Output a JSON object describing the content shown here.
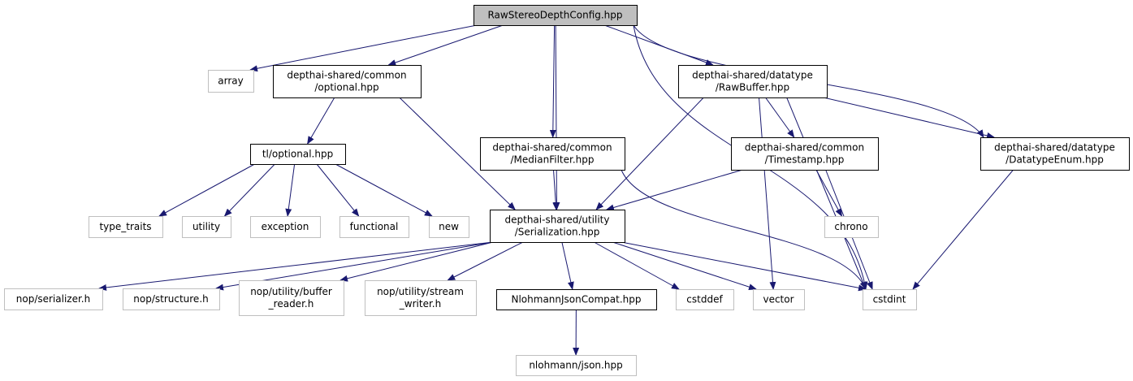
{
  "colors": {
    "edge": "#191970",
    "root_fill": "#bfbfbf",
    "documented_border": "#000000",
    "external_border": "#bfbfbf"
  },
  "nodes": {
    "root": {
      "lines": [
        "RawStereoDepthConfig.hpp"
      ],
      "kind": "root"
    },
    "array": {
      "lines": [
        "array"
      ],
      "kind": "external"
    },
    "optional_common": {
      "lines": [
        "depthai-shared/common",
        "/optional.hpp"
      ],
      "kind": "documented"
    },
    "tl_optional": {
      "lines": [
        "tl/optional.hpp"
      ],
      "kind": "documented"
    },
    "median_filter": {
      "lines": [
        "depthai-shared/common",
        "/MedianFilter.hpp"
      ],
      "kind": "documented"
    },
    "raw_buffer": {
      "lines": [
        "depthai-shared/datatype",
        "/RawBuffer.hpp"
      ],
      "kind": "documented"
    },
    "timestamp": {
      "lines": [
        "depthai-shared/common",
        "/Timestamp.hpp"
      ],
      "kind": "documented"
    },
    "datatype_enum": {
      "lines": [
        "depthai-shared/datatype",
        "/DatatypeEnum.hpp"
      ],
      "kind": "documented"
    },
    "type_traits": {
      "lines": [
        "type_traits"
      ],
      "kind": "external"
    },
    "utility": {
      "lines": [
        "utility"
      ],
      "kind": "external"
    },
    "exception": {
      "lines": [
        "exception"
      ],
      "kind": "external"
    },
    "functional": {
      "lines": [
        "functional"
      ],
      "kind": "external"
    },
    "new": {
      "lines": [
        "new"
      ],
      "kind": "external"
    },
    "serialization": {
      "lines": [
        "depthai-shared/utility",
        "/Serialization.hpp"
      ],
      "kind": "documented"
    },
    "chrono": {
      "lines": [
        "chrono"
      ],
      "kind": "external"
    },
    "nop_serializer": {
      "lines": [
        "nop/serializer.h"
      ],
      "kind": "external"
    },
    "nop_structure": {
      "lines": [
        "nop/structure.h"
      ],
      "kind": "external"
    },
    "nop_buffer_reader": {
      "lines": [
        "nop/utility/buffer",
        "_reader.h"
      ],
      "kind": "external"
    },
    "nop_stream_writer": {
      "lines": [
        "nop/utility/stream",
        "_writer.h"
      ],
      "kind": "external"
    },
    "nlohmann_compat": {
      "lines": [
        "NlohmannJsonCompat.hpp"
      ],
      "kind": "documented"
    },
    "cstddef": {
      "lines": [
        "cstddef"
      ],
      "kind": "external"
    },
    "vector": {
      "lines": [
        "vector"
      ],
      "kind": "external"
    },
    "cstdint": {
      "lines": [
        "cstdint"
      ],
      "kind": "external"
    },
    "nlohmann_json": {
      "lines": [
        "nlohmann/json.hpp"
      ],
      "kind": "external"
    }
  },
  "edges": [
    [
      "root",
      "array"
    ],
    [
      "root",
      "optional_common"
    ],
    [
      "root",
      "serialization"
    ],
    [
      "root",
      "median_filter"
    ],
    [
      "root",
      "raw_buffer"
    ],
    [
      "root",
      "cstdint"
    ],
    [
      "root",
      "datatype_enum"
    ],
    [
      "optional_common",
      "tl_optional"
    ],
    [
      "optional_common",
      "serialization"
    ],
    [
      "tl_optional",
      "type_traits"
    ],
    [
      "tl_optional",
      "utility"
    ],
    [
      "tl_optional",
      "exception"
    ],
    [
      "tl_optional",
      "functional"
    ],
    [
      "tl_optional",
      "new"
    ],
    [
      "median_filter",
      "serialization"
    ],
    [
      "median_filter",
      "cstdint"
    ],
    [
      "raw_buffer",
      "serialization"
    ],
    [
      "raw_buffer",
      "vector"
    ],
    [
      "raw_buffer",
      "timestamp"
    ],
    [
      "raw_buffer",
      "cstdint"
    ],
    [
      "raw_buffer",
      "datatype_enum"
    ],
    [
      "timestamp",
      "serialization"
    ],
    [
      "timestamp",
      "cstdint"
    ],
    [
      "timestamp",
      "chrono"
    ],
    [
      "datatype_enum",
      "cstdint"
    ],
    [
      "serialization",
      "nop_serializer"
    ],
    [
      "serialization",
      "nop_structure"
    ],
    [
      "serialization",
      "nop_buffer_reader"
    ],
    [
      "serialization",
      "nop_stream_writer"
    ],
    [
      "serialization",
      "nlohmann_compat"
    ],
    [
      "serialization",
      "cstddef"
    ],
    [
      "serialization",
      "vector"
    ],
    [
      "serialization",
      "cstdint"
    ],
    [
      "nlohmann_compat",
      "nlohmann_json"
    ]
  ]
}
